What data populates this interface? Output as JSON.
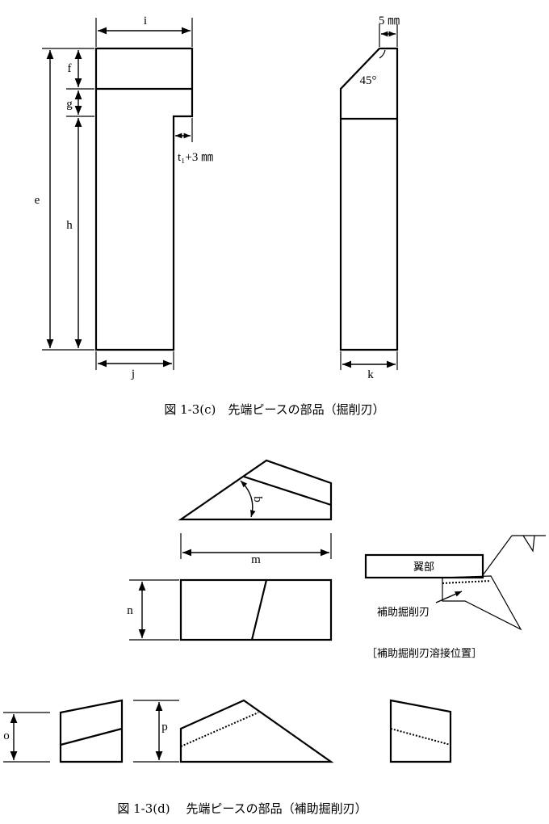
{
  "figure_c": {
    "caption": "図 1-3(c)　先端ピースの部品（掘削刃）",
    "labels": {
      "i": "i",
      "e": "e",
      "f": "f",
      "g": "g",
      "h": "h",
      "j": "j",
      "k": "k",
      "offset": "t₁+3 ㎜",
      "top_width": "5 ㎜",
      "angle": "45°"
    }
  },
  "figure_d": {
    "caption": "図 1-3(d)　 先端ピースの部品（補助掘削刃）",
    "labels": {
      "q": "q",
      "m": "m",
      "n": "n",
      "o": "o",
      "p": "p",
      "wing": "翼部",
      "aux_blade": "補助掘削刃",
      "weld_position": "［補助掘削刃溶接位置］"
    }
  }
}
